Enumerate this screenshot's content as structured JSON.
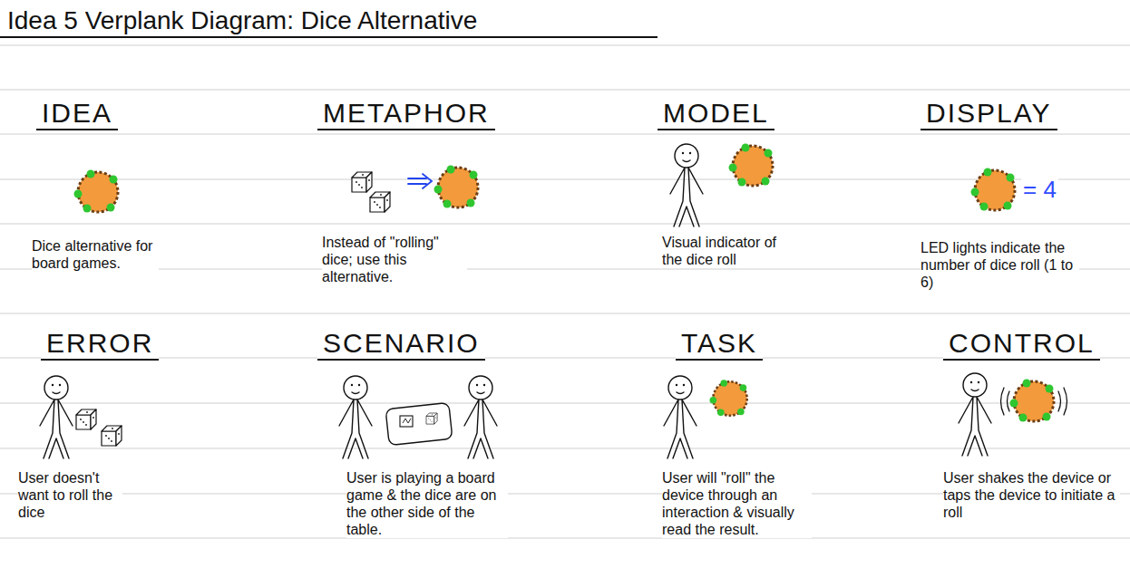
{
  "diagram": {
    "title": "Idea 5 Verplank Diagram: Dice Alternative",
    "labels": [
      "IDEA",
      "Dice alternative for board games.",
      "METAPHOR",
      "Instead of \"rolling\" dice; use this alternative.",
      "MODEL",
      "Visual indicator of the dice roll",
      "DISPLAY",
      "= 4",
      "LED lights indicate the number of dice roll (1 to 6)",
      "ERROR",
      "User doesn't want to roll the dice",
      "SCENARIO",
      "User is playing a board game & the dice are on the other side of the table.",
      "TASK",
      "User will \"roll\" the device through an interaction & visually read the result.",
      "CONTROL",
      "User shakes the device or taps the device to initiate a roll"
    ]
  }
}
